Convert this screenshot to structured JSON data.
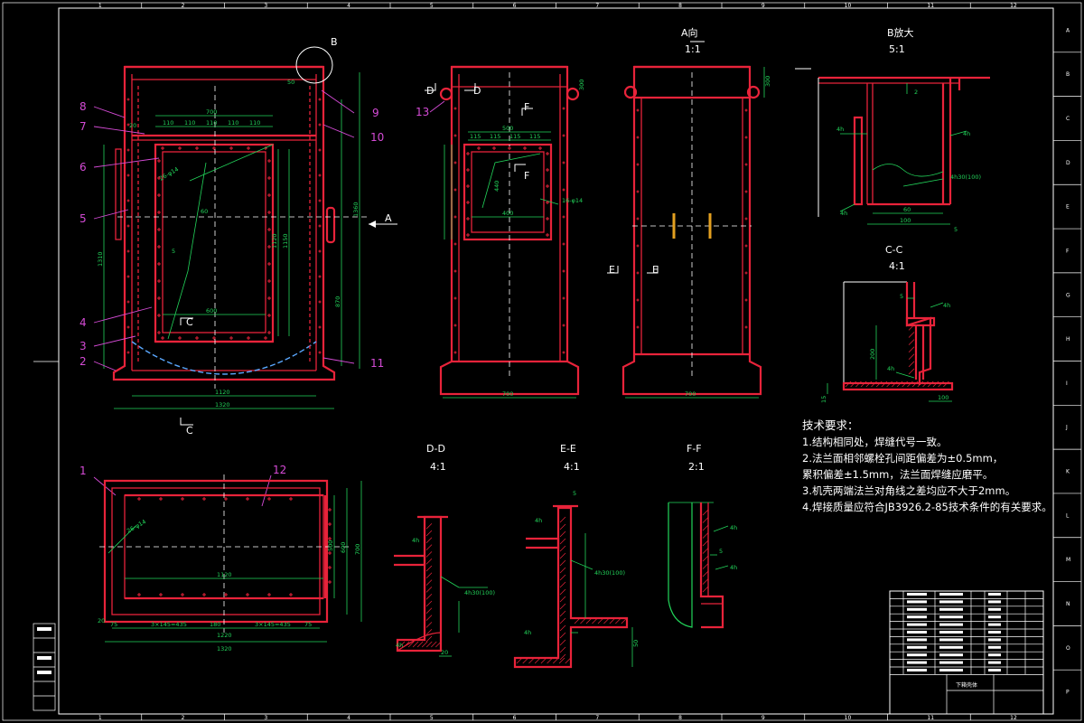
{
  "frame": {
    "col_labels": [
      "1",
      "2",
      "3",
      "4",
      "5",
      "6",
      "7",
      "8",
      "9",
      "10",
      "11",
      "12"
    ],
    "row_labels": [
      "A",
      "B",
      "C",
      "D",
      "E",
      "F",
      "G",
      "H",
      "I",
      "J",
      "K",
      "L",
      "M",
      "N",
      "O",
      "P"
    ]
  },
  "views": {
    "aview": {
      "title": "A向",
      "scale": "1:1"
    },
    "bdetail": {
      "title": "B放大",
      "scale": "5:1"
    },
    "cc": {
      "title": "C-C",
      "scale": "4:1"
    },
    "dd": {
      "title": "D-D",
      "scale": "4:1"
    },
    "ee": {
      "title": "E-E",
      "scale": "4:1"
    },
    "ff": {
      "title": "F-F",
      "scale": "2:1"
    }
  },
  "balloons": [
    "1",
    "2",
    "3",
    "4",
    "5",
    "6",
    "7",
    "8",
    "9",
    "10",
    "11",
    "12",
    "13"
  ],
  "markers": {
    "a": "A",
    "b": "B",
    "c": "C",
    "d": "D",
    "e": "E",
    "f": "F"
  },
  "dims": {
    "front_top": "700",
    "front_grid": [
      "110",
      "110",
      "110",
      "110",
      "110"
    ],
    "front_bot1": "1120",
    "front_bot2": "1320",
    "front_right1": "1360",
    "front_right2": "1120",
    "front_right3": "1150",
    "front_right4": "870",
    "front_left": "1310",
    "front_inner": "600",
    "front_mid": "60",
    "front_small": "5",
    "front_left20": "20",
    "front_tag": "50",
    "front_weld": "26-φ14",
    "side_top": "500",
    "side_grid": [
      "115",
      "115",
      "115",
      "115"
    ],
    "side_inner": "400",
    "side_h": "440",
    "side_bot": "700",
    "side_weld": "16-φ14",
    "side_300": "300",
    "a_bot": "700",
    "a_300": "300",
    "top_1120": "1120",
    "top_1220": "1220",
    "top_1320": "1320",
    "top_seg": [
      "75",
      "3×145=435",
      "180",
      "3×145=435",
      "75"
    ],
    "top_20": "20",
    "top_500": "500",
    "top_600": "600",
    "top_700": "700",
    "top_weld": "26-φ14",
    "b_100": "100",
    "b_60": "60",
    "b_5": "5",
    "b_2": "2",
    "b_weld": "4h",
    "b_weld2": "4h30(100)",
    "cc_5": "5",
    "cc_100": "100",
    "cc_15": "15",
    "cc_200": "200",
    "cc_weld": "4h",
    "dd_weld": "4h30(100)",
    "dd_20": "20",
    "ee_weld": "4h30(100)",
    "ee_5": "5",
    "ee_50": "50",
    "ff_5": "5"
  },
  "notes": {
    "title": "技术要求：",
    "lines": [
      "1.结构相同处，焊缝代号一致。",
      "2.法兰面相邻螺栓孔间距偏差为±0.5mm，",
      "累积偏差±1.5mm，法兰面焊缝应磨平。",
      "3.机壳两端法兰对角线之差均应不大于2mm。",
      "4.焊接质量应符合JB3926.2-85技术条件的有关要求。"
    ]
  },
  "titleblock": {
    "name": "下箱壳体"
  },
  "colors": {
    "outline": "#e8233a",
    "dimension": "#22d45a",
    "text": "#ffffff",
    "balloon": "#d54bd6",
    "center": "#5aa8ff",
    "bolt": "#e3a020"
  }
}
